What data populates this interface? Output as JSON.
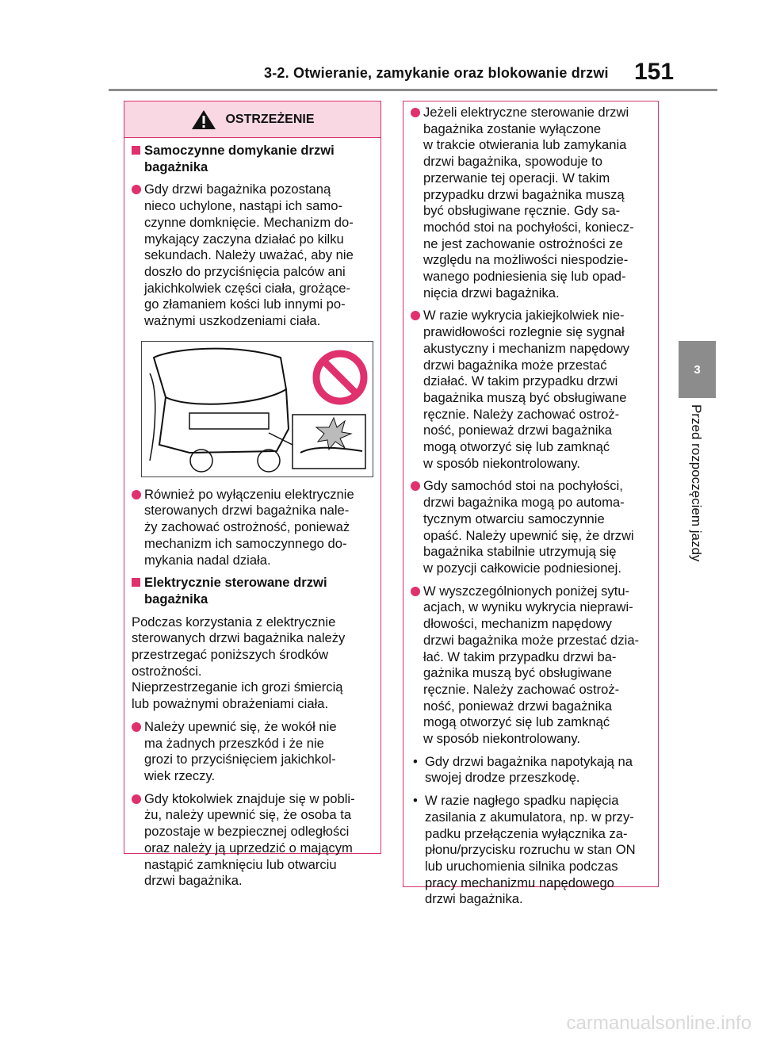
{
  "header": {
    "title": "3-2. Otwieranie, zamykanie oraz blokowanie drzwi",
    "page_number": "151"
  },
  "side": {
    "tab": "3",
    "label": "Przed rozpoczęciem jazdy"
  },
  "warning": {
    "title": "OSTRZEŻENIE"
  },
  "left": {
    "heading1": [
      "Samoczynne domykanie drzwi",
      "bagażnika"
    ],
    "bullet1": [
      "Gdy drzwi bagażnika pozostaną",
      "nieco uchylone, nastąpi ich samo-",
      "czynne domknięcie. Mechanizm do-",
      "mykający zaczyna działać po kilku",
      "sekundach. Należy uważać, aby nie",
      "doszło do przyciśnięcia palców ani",
      "jakichkolwiek części ciała, grożące-",
      "go złamaniem kości lub innymi po-",
      "ważnymi uszkodzeniami ciała."
    ],
    "bullet2": [
      "Również po wyłączeniu elektrycznie",
      "sterowanych drzwi bagażnika nale-",
      "ży zachować ostrożność, ponieważ",
      "mechanizm ich samoczynnego do-",
      "mykania nadal działa."
    ],
    "heading2": [
      "Elektrycznie sterowane drzwi",
      "bagażnika"
    ],
    "para": [
      "Podczas korzystania z elektrycznie",
      "sterowanych drzwi bagażnika należy",
      "przestrzegać poniższych środków",
      "ostrożności.",
      "Nieprzestrzeganie ich grozi śmiercią",
      "lub poważnymi obrażeniami ciała."
    ],
    "bullet3": [
      "Należy upewnić się, że wokół nie",
      "ma żadnych przeszkód i że nie",
      "grozi to przyciśnięciem jakichkol-",
      "wiek rzeczy."
    ],
    "bullet4": [
      "Gdy ktokolwiek znajduje się w pobli-",
      "żu, należy upewnić się, że osoba ta",
      "pozostaje w bezpiecznej odległości",
      "oraz należy ją uprzedzić o mającym",
      "nastąpić zamknięciu lub otwarciu",
      "drzwi bagażnika."
    ]
  },
  "right": {
    "bullet1": [
      "Jeżeli elektryczne sterowanie drzwi",
      "bagażnika zostanie wyłączone",
      "w trakcie otwierania lub zamykania",
      "drzwi bagażnika, spowoduje to",
      "przerwanie tej operacji. W takim",
      "przypadku drzwi bagażnika muszą",
      "być obsługiwane ręcznie. Gdy sa-",
      "mochód stoi na pochyłości, koniecz-",
      "ne jest zachowanie ostrożności ze",
      "względu na możliwości niespodzie-",
      "wanego podniesienia się lub opad-",
      "nięcia drzwi bagażnika."
    ],
    "bullet2": [
      "W razie wykrycia jakiejkolwiek nie-",
      "prawidłowości rozlegnie się sygnał",
      "akustyczny i mechanizm napędowy",
      "drzwi bagażnika może przestać",
      "działać. W takim przypadku drzwi",
      "bagażnika muszą być obsługiwane",
      "ręcznie. Należy zachować ostroż-",
      "ność, ponieważ drzwi bagażnika",
      "mogą otworzyć się lub zamknąć",
      "w sposób niekontrolowany."
    ],
    "bullet3": [
      "Gdy samochód stoi na pochyłości,",
      "drzwi bagażnika mogą po automa-",
      "tycznym otwarciu samoczynnie",
      "opaść. Należy upewnić się, że drzwi",
      "bagażnika stabilnie utrzymują się",
      "w pozycji całkowicie podniesionej."
    ],
    "bullet4": [
      "W wyszczególnionych poniżej sytu-",
      "acjach, w wyniku wykrycia nieprawi-",
      "dłowości, mechanizm napędowy",
      "drzwi bagażnika może przestać dzia-",
      "łać. W takim przypadku drzwi ba-",
      "gażnika muszą być obsługiwane",
      "ręcznie. Należy zachować ostroż-",
      "ność, ponieważ drzwi bagażnika",
      "mogą otworzyć się lub zamknąć",
      "w sposób niekontrolowany."
    ],
    "dot1": [
      "Gdy drzwi bagażnika napotykają na",
      "swojej drodze przeszkodę."
    ],
    "dot2": [
      "W razie nagłego spadku napięcia",
      "zasilania z akumulatora, np. w przy-",
      "padku przełączenia wyłącznika za-",
      "płonu/przycisku rozruchu w stan ON",
      "lub uruchomienia silnika podczas",
      "pracy mechanizmu napędowego",
      "drzwi bagażnika."
    ]
  },
  "watermark": "carmanualsonline.info",
  "colors": {
    "accent": "#e0306e",
    "warning_bg": "#f9d7e3",
    "rule": "#8c8c8c"
  }
}
